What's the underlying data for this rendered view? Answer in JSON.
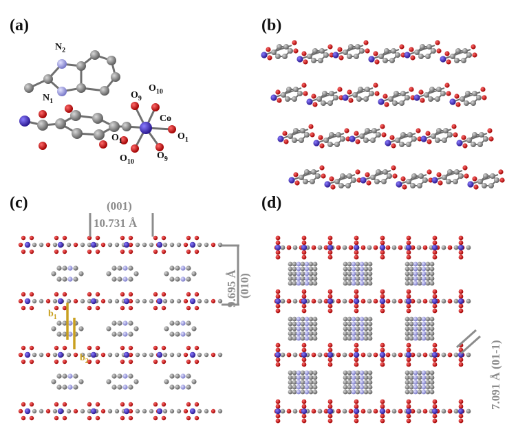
{
  "panels": {
    "a": {
      "label": "(a)"
    },
    "b": {
      "label": "(b)"
    },
    "c": {
      "label": "(c)"
    },
    "d": {
      "label": "(d)"
    }
  },
  "atoms": {
    "n2": {
      "base": "N",
      "sub": "2"
    },
    "n1": {
      "base": "N",
      "sub": "1"
    },
    "o9_top": {
      "base": "O",
      "sub": "9"
    },
    "o10_top": {
      "base": "O",
      "sub": "10"
    },
    "co": {
      "base": "Co",
      "sub": ""
    },
    "o1_left": {
      "base": "O",
      "sub": "1"
    },
    "o1_right": {
      "base": "O",
      "sub": "1"
    },
    "o10_bottom": {
      "base": "O",
      "sub": "10"
    },
    "o9_bottom": {
      "base": "O",
      "sub": "9"
    },
    "b1": {
      "base": "b",
      "sub": "1"
    },
    "b2": {
      "base": "b",
      "sub": "2"
    }
  },
  "measurements": {
    "plane_001": "(001)",
    "dist_001": "10.731 Å",
    "dist_010": "9.695 Å",
    "plane_010": "(010)",
    "dist_01m1": "7.091 Å (01-1)"
  },
  "colors": {
    "carbon": "#7a7a7a",
    "oxygen": "#d01010",
    "nitrogen": "#9a9ae0",
    "cobalt": "#4a35c8",
    "measure": "#8c8c8c",
    "gold": "#c9a020"
  }
}
